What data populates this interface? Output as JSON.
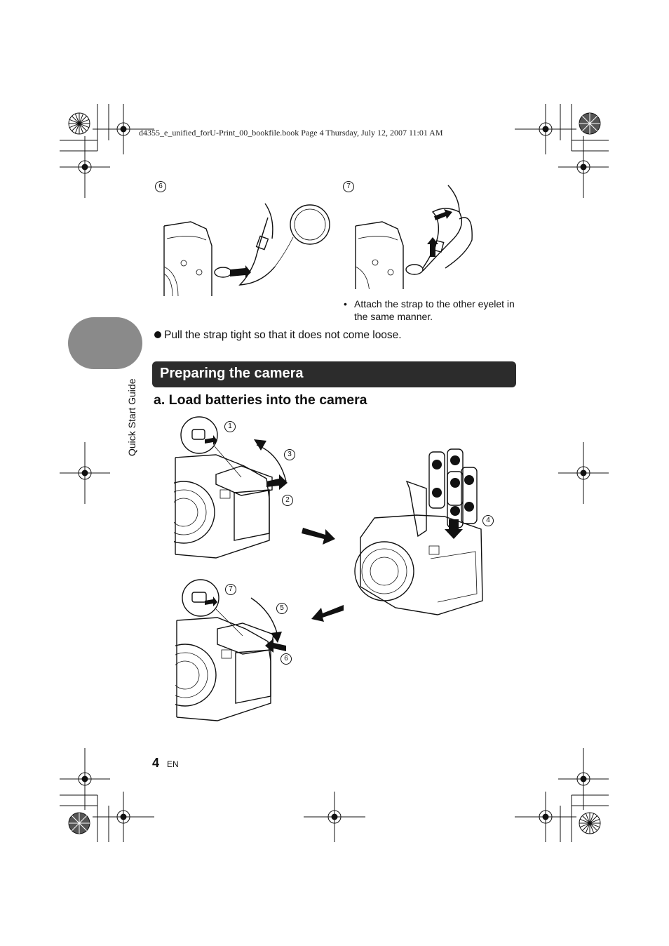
{
  "print_header": "d4355_e_unified_forU-Print_00_bookfile.book  Page 4  Thursday, July 12, 2007  11:01 AM",
  "strap": {
    "step_a": "6",
    "step_b": "7",
    "note_bullet": "•",
    "note_text": "Attach the strap to the other eyelet in the same manner.",
    "pull_text": "Pull the strap tight so that it does not come loose."
  },
  "side_label": "Quick Start Guide",
  "section": {
    "title": "Preparing the camera",
    "subtitle": "a.  Load batteries into the camera"
  },
  "battery_steps": {
    "s1": "1",
    "s2": "2",
    "s3": "3",
    "s4": "4",
    "s5": "5",
    "s6": "6",
    "s7": "7"
  },
  "footer": {
    "page_number": "4",
    "language": "EN"
  }
}
